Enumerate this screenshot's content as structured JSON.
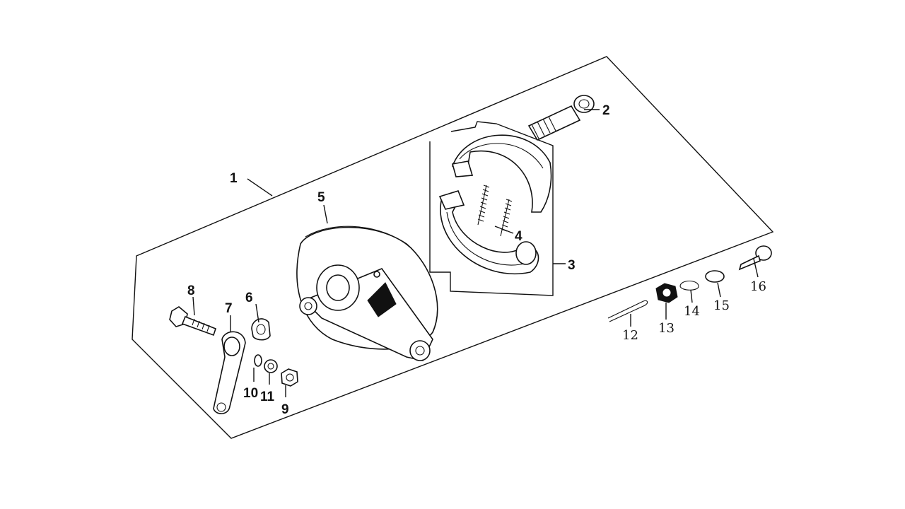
{
  "diagram": {
    "type": "exploded-parts-view",
    "callouts": [
      {
        "id": "1",
        "label": "1"
      },
      {
        "id": "2",
        "label": "2"
      },
      {
        "id": "3",
        "label": "3"
      },
      {
        "id": "4",
        "label": "4"
      },
      {
        "id": "5",
        "label": "5"
      },
      {
        "id": "6",
        "label": "6"
      },
      {
        "id": "7",
        "label": "7"
      },
      {
        "id": "8",
        "label": "8"
      },
      {
        "id": "9",
        "label": "9"
      },
      {
        "id": "10",
        "label": "10"
      },
      {
        "id": "11",
        "label": "11"
      },
      {
        "id": "12",
        "label": "12"
      },
      {
        "id": "13",
        "label": "13"
      },
      {
        "id": "14",
        "label": "14"
      },
      {
        "id": "15",
        "label": "15"
      },
      {
        "id": "16",
        "label": "16"
      }
    ]
  }
}
